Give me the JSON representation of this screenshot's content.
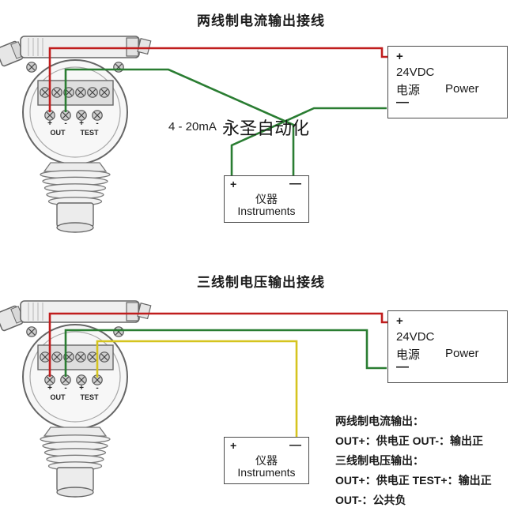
{
  "colors": {
    "wire_red": "#c01d1d",
    "wire_green": "#2a7d32",
    "wire_yellow": "#d5c41f",
    "box_border": "#4a4a4a"
  },
  "top": {
    "title": "两线制电流输出接线",
    "wire_label": "4 - 20mA",
    "watermark": "永圣自动化",
    "power": {
      "plus": "+",
      "voltage": "24VDC",
      "label_cn": "电源",
      "label_en": "Power",
      "minus": "—"
    },
    "instrument": {
      "plus": "+",
      "minus": "—",
      "label_cn": "仪器",
      "label_en": "Instruments"
    },
    "terminals": {
      "t1": "+",
      "t2": "-",
      "t3": "+",
      "t4": "-",
      "out": "OUT",
      "test": "TEST"
    }
  },
  "bottom": {
    "title": "三线制电压输出接线",
    "power": {
      "plus": "+",
      "voltage": "24VDC",
      "label_cn": "电源",
      "label_en": "Power",
      "minus": "—"
    },
    "instrument": {
      "plus": "+",
      "minus": "—",
      "label_cn": "仪器",
      "label_en": "Instruments"
    },
    "terminals": {
      "t1": "+",
      "t2": "-",
      "t3": "+",
      "t4": "-",
      "out": "OUT",
      "test": "TEST"
    },
    "notes": [
      "两线制电流输出：",
      "OUT+：供电正  OUT-：输出正",
      "三线制电压输出：",
      "OUT+：供电正 TEST+：输出正",
      "OUT-：公共负"
    ]
  }
}
